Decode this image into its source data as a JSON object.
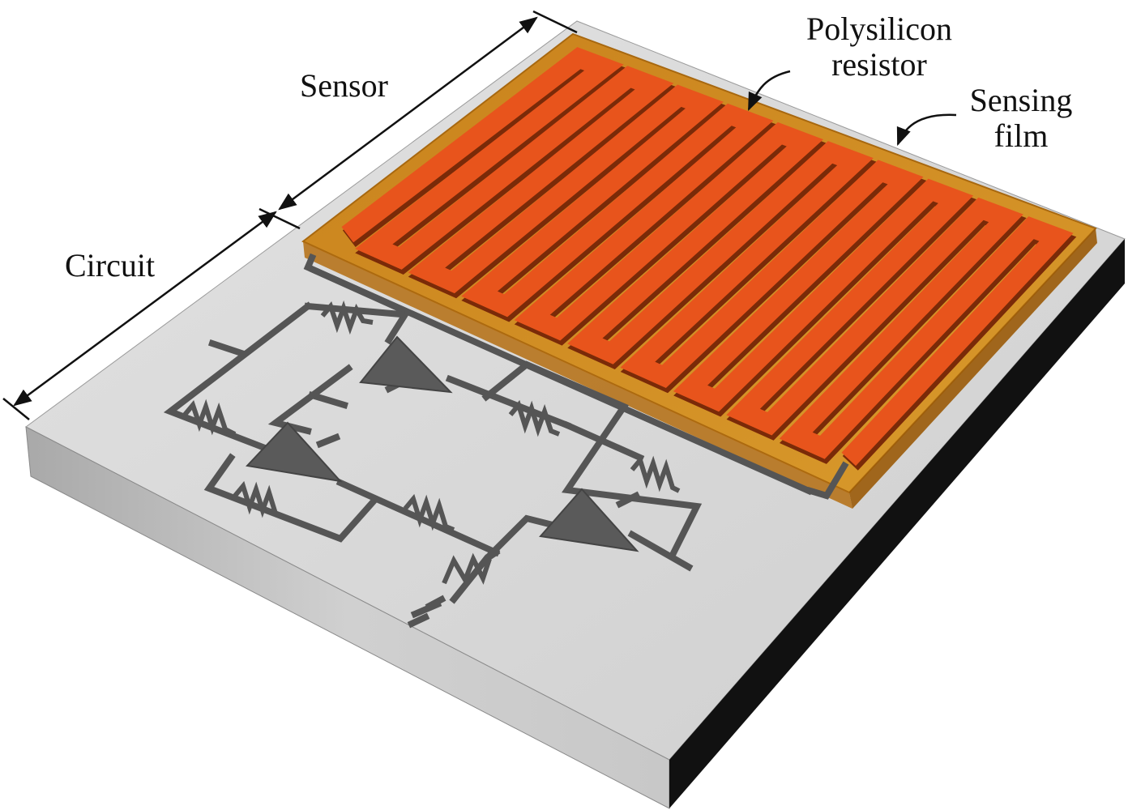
{
  "labels": {
    "sensor": "Sensor",
    "circuit": "Circuit",
    "polysilicon_line1": "Polysilicon",
    "polysilicon_line2": "resistor",
    "sensing_line1": "Sensing",
    "sensing_line2": "film"
  },
  "colors": {
    "substrate_top": "#d6d6d6",
    "substrate_front": "#bdbdbd",
    "substrate_side": "#111111",
    "sensing_film": "#d08a1e",
    "polysilicon": "#e8541c",
    "circuit_trace": "#555555"
  }
}
